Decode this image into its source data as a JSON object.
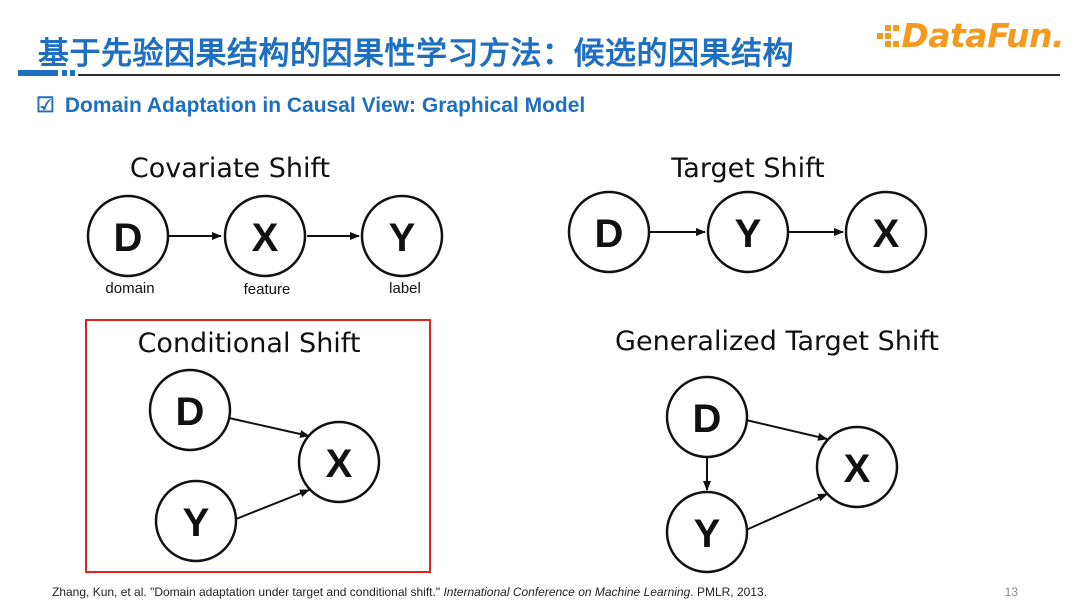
{
  "header": {
    "title": "基于先验因果结构的因果性学习方法：候选的因果结构",
    "logo_text": "DataFun."
  },
  "subtitle": {
    "checkbox": "☑",
    "text": "Domain Adaptation in Causal View: Graphical Model"
  },
  "diagrams": {
    "covariate": {
      "title": "Covariate Shift",
      "nodes": [
        "D",
        "X",
        "Y"
      ],
      "labels": [
        "domain",
        "feature",
        "label"
      ]
    },
    "target": {
      "title": "Target Shift",
      "nodes": [
        "D",
        "Y",
        "X"
      ]
    },
    "conditional": {
      "title": "Conditional Shift",
      "nodes": [
        "D",
        "Y",
        "X"
      ]
    },
    "generalized": {
      "title": "Generalized Target Shift",
      "nodes": [
        "D",
        "Y",
        "X"
      ]
    }
  },
  "highlight_color": "#e0241b",
  "accent_color": "#1f6fc0",
  "citation": {
    "before": "Zhang, Kun, et al. \"Domain adaptation under target and conditional shift.\" ",
    "venue": "International Conference on Machine Learning",
    "after": ". PMLR, 2013."
  },
  "page_number": "13"
}
